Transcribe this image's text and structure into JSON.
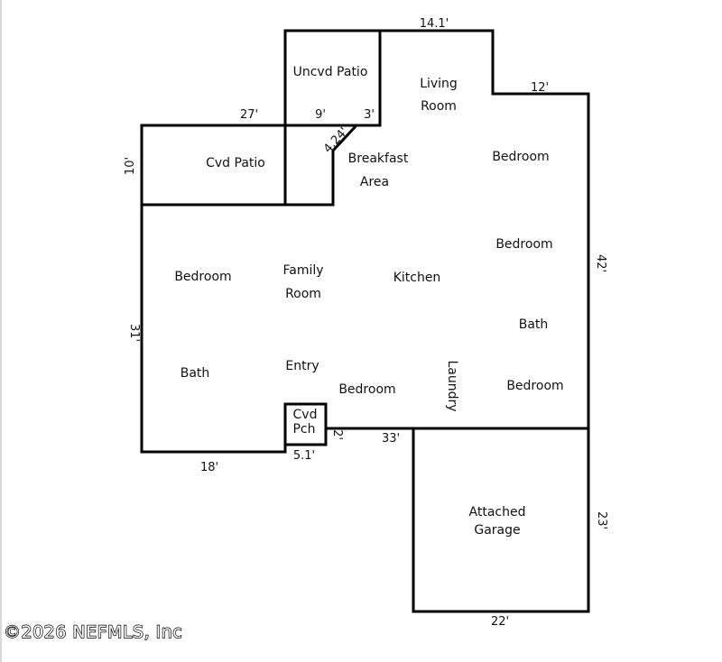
{
  "rooms": {
    "uncvd_patio": "Uncvd Patio",
    "living_room_1": "Living",
    "living_room_2": "Room",
    "cvd_patio": "Cvd Patio",
    "breakfast_1": "Breakfast",
    "breakfast_2": "Area",
    "bedroom_ne": "Bedroom",
    "bedroom_e": "Bedroom",
    "bedroom_w": "Bedroom",
    "family_1": "Family",
    "family_2": "Room",
    "kitchen": "Kitchen",
    "bath_e": "Bath",
    "bath_w": "Bath",
    "entry": "Entry",
    "bedroom_s": "Bedroom",
    "laundry": "Laundry",
    "bedroom_se": "Bedroom",
    "cvd_pch_1": "Cvd",
    "cvd_pch_2": "Pch",
    "garage_1": "Attached",
    "garage_2": "Garage"
  },
  "dimensions": {
    "top_living": "14.1'",
    "living_step": "12'",
    "cvd_patio_width": "27'",
    "uncvd_patio_width": "9'",
    "uncvd_patio_small": "3'",
    "diagonal": "4.24'",
    "cvd_patio_depth": "10'",
    "east_wall": "42'",
    "west_wall": "31'",
    "bottom_west": "18'",
    "porch_width": "5.1'",
    "porch_depth": "2'",
    "south_middle": "33'",
    "garage_depth": "23'",
    "garage_width": "22'"
  },
  "copyright": "©2026 NEFMLS, Inc"
}
